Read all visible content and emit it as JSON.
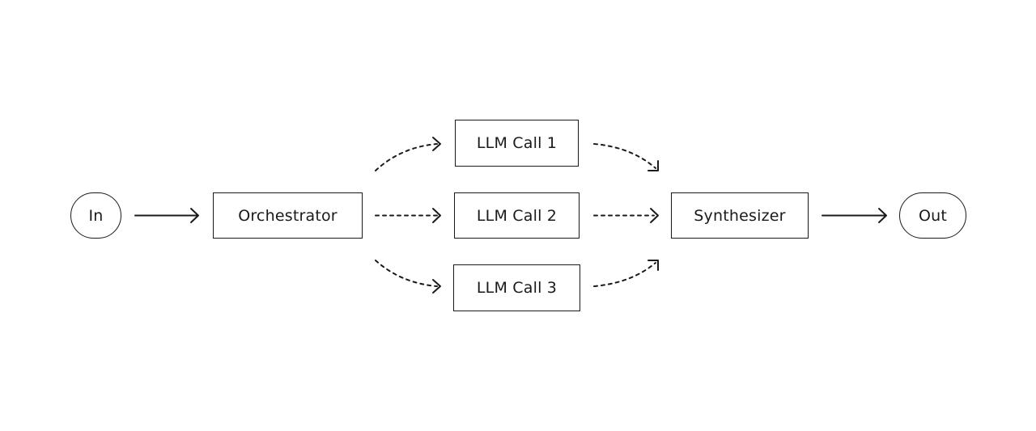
{
  "diagram": {
    "nodes": {
      "input": "In",
      "orchestrator": "Orchestrator",
      "llm_call_1": "LLM Call 1",
      "llm_call_2": "LLM Call 2",
      "llm_call_3": "LLM Call 3",
      "synthesizer": "Synthesizer",
      "output": "Out"
    },
    "edges": [
      {
        "from": "input",
        "to": "orchestrator",
        "style": "solid"
      },
      {
        "from": "orchestrator",
        "to": "llm_call_1",
        "style": "dotted"
      },
      {
        "from": "orchestrator",
        "to": "llm_call_2",
        "style": "dotted"
      },
      {
        "from": "orchestrator",
        "to": "llm_call_3",
        "style": "dotted"
      },
      {
        "from": "llm_call_1",
        "to": "synthesizer",
        "style": "dotted"
      },
      {
        "from": "llm_call_2",
        "to": "synthesizer",
        "style": "dotted"
      },
      {
        "from": "llm_call_3",
        "to": "synthesizer",
        "style": "dotted"
      },
      {
        "from": "synthesizer",
        "to": "output",
        "style": "solid"
      }
    ],
    "colors": {
      "stroke": "#1a1a1a",
      "background": "#ffffff"
    }
  }
}
